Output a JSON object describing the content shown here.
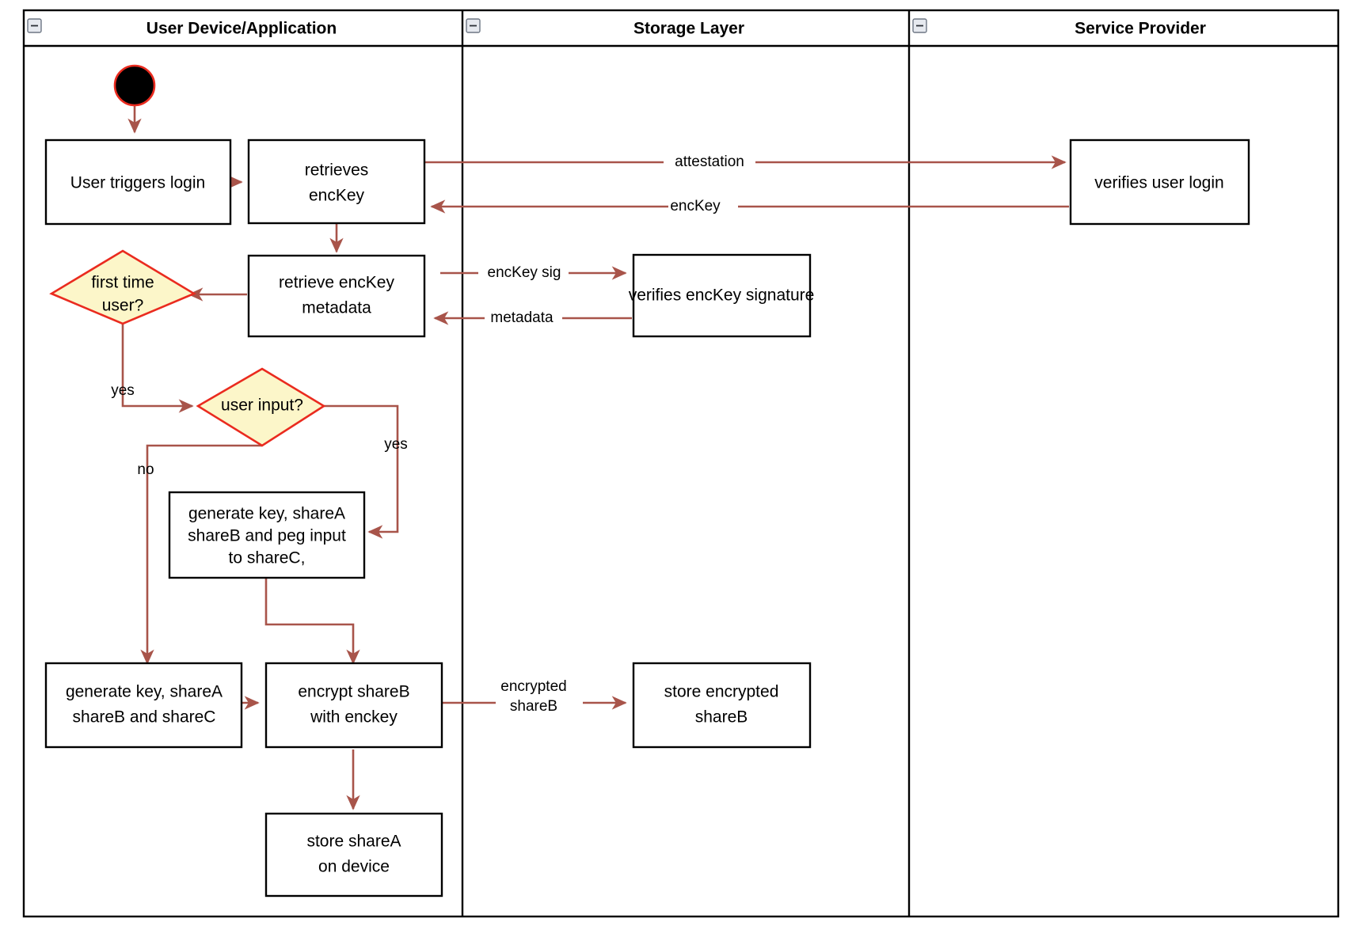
{
  "diagram": {
    "type": "uml-activity-swimlane",
    "title": "",
    "colors": {
      "flow_arrow": "#a8544a",
      "decision_fill": "#fcf6c9",
      "decision_stroke": "#ea2b1f",
      "node_stroke": "#000000",
      "node_fill": "#ffffff",
      "start_node_fill": "#000000",
      "start_node_stroke": "#ea2b1f",
      "background": "#ffffff"
    }
  },
  "lanes": [
    {
      "id": "lane-user-device",
      "label": "User Device/Application",
      "collapse_icon": "minus-icon"
    },
    {
      "id": "lane-storage",
      "label": "Storage Layer",
      "collapse_icon": "minus-icon"
    },
    {
      "id": "lane-service-provider",
      "label": "Service Provider",
      "collapse_icon": "minus-icon"
    }
  ],
  "nodes": [
    {
      "id": "start",
      "shape": "initial",
      "lane": "lane-user-device",
      "label": ""
    },
    {
      "id": "user-triggers-login",
      "shape": "activity",
      "lane": "lane-user-device",
      "lines": [
        "User triggers login"
      ]
    },
    {
      "id": "retrieves-enckey",
      "shape": "activity",
      "lane": "lane-user-device",
      "lines": [
        "retrieves",
        "encKey"
      ]
    },
    {
      "id": "retrieve-enckey-metadata",
      "shape": "activity",
      "lane": "lane-user-device",
      "lines": [
        "retrieve encKey",
        "metadata"
      ]
    },
    {
      "id": "first-time-user",
      "shape": "decision",
      "lane": "lane-user-device",
      "lines": [
        "first time",
        "user?"
      ]
    },
    {
      "id": "user-input",
      "shape": "decision",
      "lane": "lane-user-device",
      "lines": [
        "user input?"
      ]
    },
    {
      "id": "generate-key-peg",
      "shape": "activity",
      "lane": "lane-user-device",
      "lines": [
        "generate key, shareA",
        "shareB and peg input",
        "to shareC,"
      ]
    },
    {
      "id": "generate-key-shares",
      "shape": "activity",
      "lane": "lane-user-device",
      "lines": [
        "generate key, shareA",
        "shareB and shareC"
      ]
    },
    {
      "id": "encrypt-shareb",
      "shape": "activity",
      "lane": "lane-user-device",
      "lines": [
        "encrypt shareB",
        "with enckey"
      ]
    },
    {
      "id": "store-sharea",
      "shape": "activity",
      "lane": "lane-user-device",
      "lines": [
        "store shareA",
        "on device"
      ]
    },
    {
      "id": "verifies-enckey-signature",
      "shape": "activity",
      "lane": "lane-storage",
      "lines": [
        "verifies encKey signature"
      ]
    },
    {
      "id": "store-encrypted-shareb",
      "shape": "activity",
      "lane": "lane-storage",
      "lines": [
        "store encrypted",
        "shareB"
      ]
    },
    {
      "id": "verifies-user-login",
      "shape": "activity",
      "lane": "lane-service-provider",
      "lines": [
        "verifies user login"
      ]
    }
  ],
  "edges": [
    {
      "from": "start",
      "to": "user-triggers-login",
      "label": ""
    },
    {
      "from": "user-triggers-login",
      "to": "retrieves-enckey",
      "label": ""
    },
    {
      "from": "retrieves-enckey",
      "to": "verifies-user-login",
      "label": "attestation"
    },
    {
      "from": "verifies-user-login",
      "to": "retrieves-enckey",
      "label": "encKey"
    },
    {
      "from": "retrieves-enckey",
      "to": "retrieve-enckey-metadata",
      "label": ""
    },
    {
      "from": "retrieve-enckey-metadata",
      "to": "verifies-enckey-signature",
      "label": "encKey sig"
    },
    {
      "from": "verifies-enckey-signature",
      "to": "retrieve-enckey-metadata",
      "label": "metadata"
    },
    {
      "from": "retrieve-enckey-metadata",
      "to": "first-time-user",
      "label": ""
    },
    {
      "from": "first-time-user",
      "to": "user-input",
      "label": "yes"
    },
    {
      "from": "user-input",
      "to": "generate-key-peg",
      "label": "yes"
    },
    {
      "from": "user-input",
      "to": "generate-key-shares",
      "label": "no"
    },
    {
      "from": "generate-key-peg",
      "to": "encrypt-shareb",
      "label": ""
    },
    {
      "from": "generate-key-shares",
      "to": "encrypt-shareb",
      "label": ""
    },
    {
      "from": "encrypt-shareb",
      "to": "store-encrypted-shareb",
      "label": "encrypted shareB"
    },
    {
      "from": "encrypt-shareb",
      "to": "store-sharea",
      "label": ""
    }
  ],
  "text": {
    "lane1_title": "User Device/Application",
    "lane2_title": "Storage Layer",
    "lane3_title": "Service Provider",
    "n_user_triggers_login": "User triggers login",
    "n_retrieves_l1": "retrieves",
    "n_retrieves_l2": "encKey",
    "n_retrieve_meta_l1": "retrieve encKey",
    "n_retrieve_meta_l2": "metadata",
    "n_first_time_l1": "first time",
    "n_first_time_l2": "user?",
    "n_user_input": "user input?",
    "n_gen_peg_l1": "generate key, shareA",
    "n_gen_peg_l2": "shareB and peg input",
    "n_gen_peg_l3": "to shareC,",
    "n_gen_shares_l1": "generate key, shareA",
    "n_gen_shares_l2": "shareB and shareC",
    "n_encrypt_l1": "encrypt shareB",
    "n_encrypt_l2": "with enckey",
    "n_store_sharea_l1": "store shareA",
    "n_store_sharea_l2": "on device",
    "n_verifies_sig": "verifies encKey signature",
    "n_store_enc_l1": "store encrypted",
    "n_store_enc_l2": "shareB",
    "n_verifies_login": "verifies user login",
    "e_attestation": "attestation",
    "e_enckey": "encKey",
    "e_enckey_sig": "encKey sig",
    "e_metadata": "metadata",
    "e_yes1": "yes",
    "e_yes2": "yes",
    "e_no": "no",
    "e_encrypted_l1": "encrypted",
    "e_encrypted_l2": "shareB"
  }
}
